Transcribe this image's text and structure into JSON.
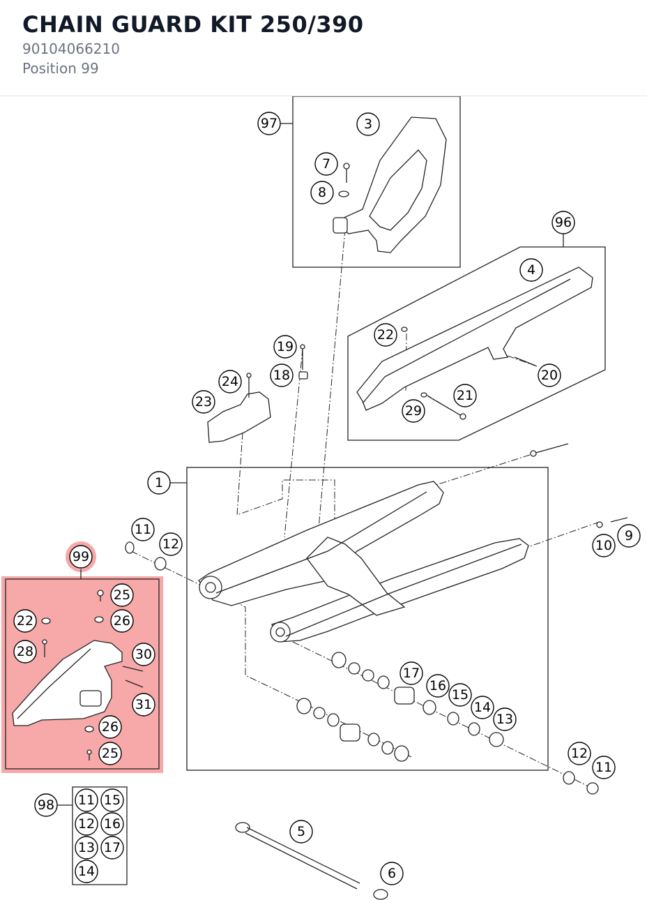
{
  "header": {
    "title": "CHAIN GUARD KIT 250/390",
    "part_number": "90104066210",
    "position": "Position 99"
  },
  "diagram": {
    "highlight_color": "#f7a8a8",
    "callouts": [
      "97",
      "3",
      "7",
      "8",
      "96",
      "4",
      "22",
      "20",
      "21",
      "29",
      "19",
      "18",
      "24",
      "23",
      "1",
      "11",
      "12",
      "10",
      "9",
      "99",
      "25",
      "26",
      "22",
      "28",
      "30",
      "31",
      "26",
      "25",
      "17",
      "16",
      "15",
      "14",
      "13",
      "12",
      "11",
      "98",
      "11",
      "15",
      "12",
      "16",
      "13",
      "17",
      "14",
      "5",
      "6"
    ]
  }
}
